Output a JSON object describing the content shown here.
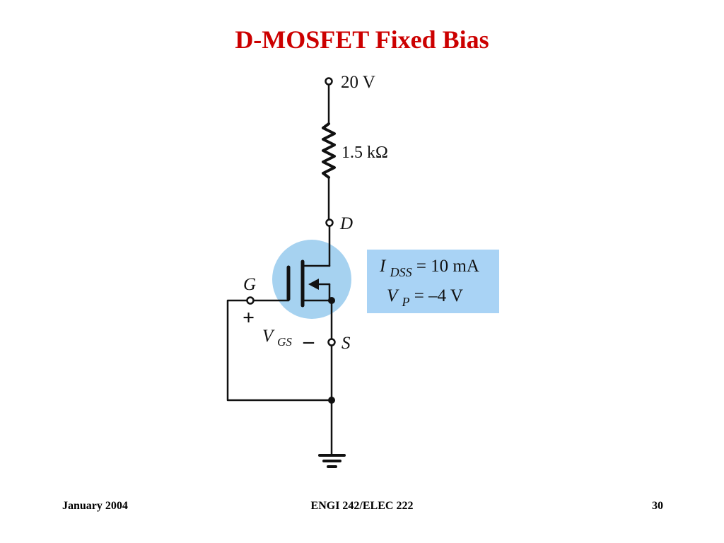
{
  "slide": {
    "title": "D-MOSFET Fixed Bias"
  },
  "circuit": {
    "supply": {
      "value": "20 V"
    },
    "drain_resistor": {
      "value": "1.5 kΩ"
    },
    "terminals": {
      "drain": "D",
      "gate": "G",
      "source": "S"
    },
    "vgs": {
      "symbol": "V",
      "subscript": "GS",
      "plus": "+",
      "minus": "–"
    },
    "params": {
      "idss": {
        "symbol": "I",
        "subscript": "DSS",
        "rhs": " = 10 mA"
      },
      "vp": {
        "symbol": "V",
        "subscript": "P",
        "rhs": " = –4 V"
      }
    },
    "colors": {
      "highlight_circle": "#a6d2f0",
      "param_box": "#a9d3f5"
    }
  },
  "footer": {
    "date": "January 2004",
    "course": "ENGI 242/ELEC 222",
    "page": "30"
  }
}
